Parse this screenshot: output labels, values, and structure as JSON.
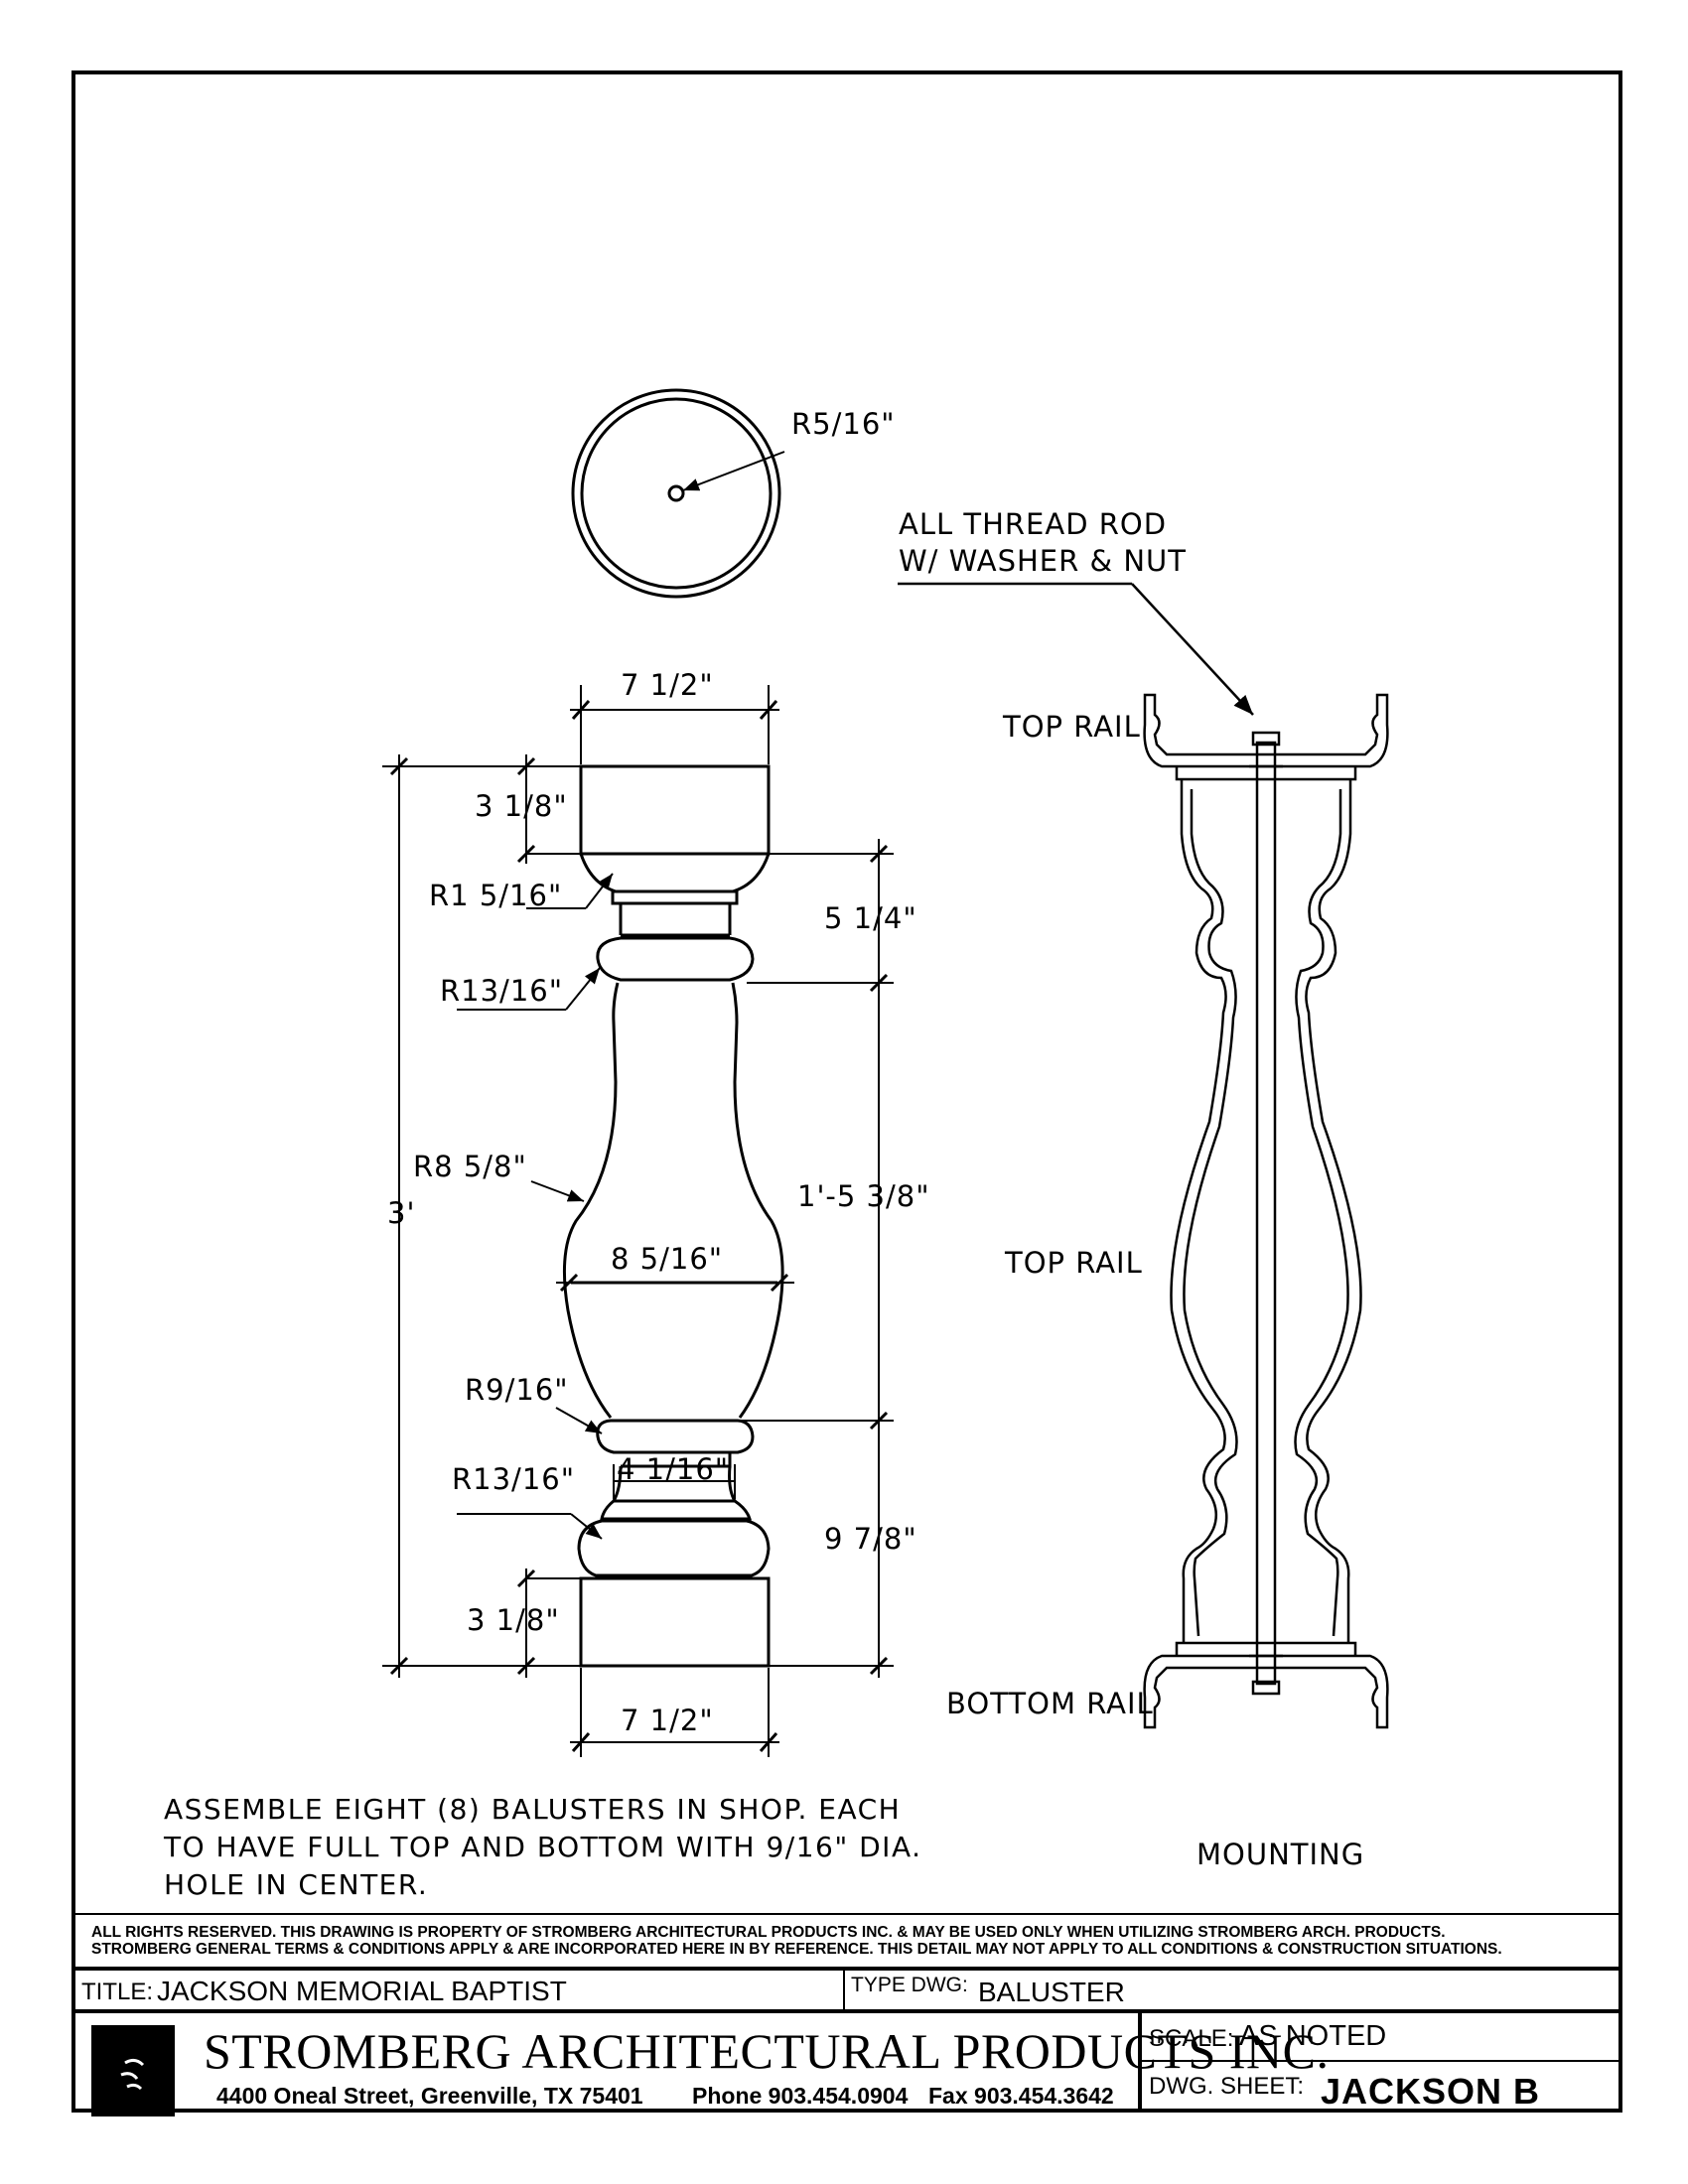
{
  "details": {
    "rod_radius": "R5/16\"",
    "top_width": "7 1/2\"",
    "bottom_width": "7 1/2\"",
    "cap_height": "3 1/8\"",
    "base_height": "3 1/8\"",
    "r1": "R1 5/16\"",
    "r2": "R13/16\"",
    "r3": "R8 5/8\"",
    "r4": "R9/16\"",
    "r5": "R13/16\"",
    "dim_upper": "5 1/4\"",
    "dim_mid": "1'-5 3/8\"",
    "dim_lower": "9 7/8\"",
    "overall": "3'",
    "belly": "8 5/16\"",
    "neck": "4 1/16\""
  },
  "mounting": {
    "rod_callout_1": "ALL THREAD ROD",
    "rod_callout_2": "W/ WASHER & NUT",
    "top_rail": "TOP RAIL",
    "middle_label": "TOP RAIL",
    "bottom_rail": "BOTTOM RAIL",
    "caption": "MOUNTING"
  },
  "notes": [
    "ASSEMBLE EIGHT (8) BALUSTERS IN SHOP.  EACH",
    "TO HAVE FULL TOP AND BOTTOM WITH 9/16\" DIA.",
    "HOLE IN CENTER."
  ],
  "title_block": {
    "rights_1": "ALL RIGHTS RESERVED. THIS DRAWING IS PROPERTY OF STROMBERG ARCHITECTURAL PRODUCTS INC. & MAY BE USED ONLY WHEN UTILIZING STROMBERG ARCH. PRODUCTS.",
    "rights_2": "STROMBERG GENERAL TERMS & CONDITIONS APPLY & ARE INCORPORATED HERE IN BY REFERENCE. THIS DETAIL MAY NOT APPLY TO ALL CONDITIONS & CONSTRUCTION SITUATIONS.",
    "title_label": "TITLE:",
    "title_value": "JACKSON MEMORIAL BAPTIST",
    "type_label": "TYPE DWG:",
    "type_value": "BALUSTER",
    "company": "STROMBERG ARCHITECTURAL PRODUCTS INC.",
    "address": "4400 Oneal Street, Greenville, TX  75401",
    "phone": "Phone 903.454.0904",
    "fax": "Fax 903.454.3642",
    "scale_label": "SCALE:",
    "scale_value": "AS NOTED",
    "sheet_label": "DWG. SHEET:",
    "sheet_value": "JACKSON B"
  },
  "colors": {
    "ink": "#000000",
    "paper": "#ffffff"
  }
}
